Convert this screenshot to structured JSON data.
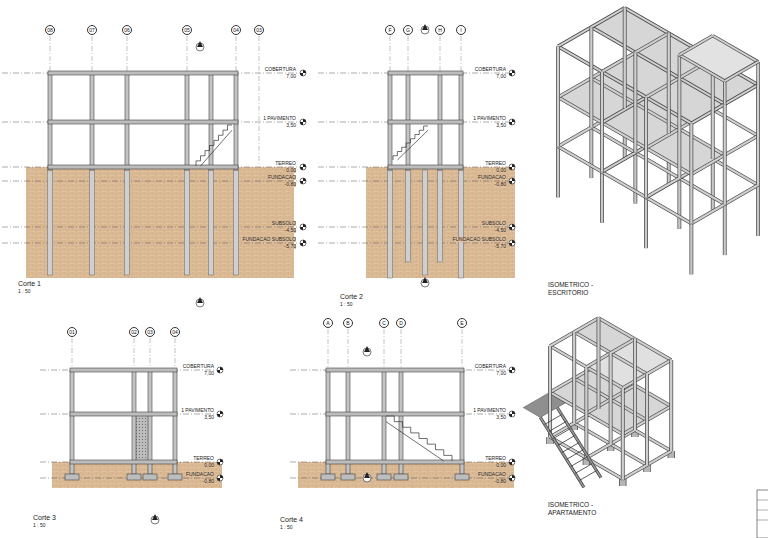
{
  "diagram": {
    "nodes": [
      {
        "text": [
          "08"
        ]
      },
      {
        "text": [
          "07"
        ]
      },
      {
        "text": [
          "06"
        ]
      },
      {
        "text": [
          "05"
        ]
      },
      {
        "text": [
          "04"
        ]
      },
      {
        "text": [
          "03"
        ]
      },
      {
        "text": [
          "F"
        ]
      },
      {
        "text": [
          "G"
        ]
      },
      {
        "text": [
          "H"
        ]
      },
      {
        "text": [
          "I"
        ]
      },
      {
        "text": [
          "01"
        ]
      },
      {
        "text": [
          "02"
        ]
      },
      {
        "text": [
          "03"
        ]
      },
      {
        "text": [
          "04"
        ]
      },
      {
        "text": [
          "A"
        ]
      },
      {
        "text": [
          "B"
        ]
      },
      {
        "text": [
          "C"
        ]
      },
      {
        "text": [
          "D"
        ]
      },
      {
        "text": [
          "E"
        ]
      }
    ],
    "labels": [
      "Corte 1",
      "1 : 50",
      "Corte 2",
      "1 : 50",
      "Corte 3",
      "1 : 50",
      "Corte 4",
      "1 : 50",
      "ISOMETRICO - ESCRITORIO",
      "ISOMETRICO - APARTAMENTO",
      "COBERTURA",
      "7,00",
      "1 PAVIMENTO",
      "3,50",
      "TERREO",
      "0,00",
      "FUNDACAO",
      "-0,80",
      "SUBSOLO",
      "-4,50",
      "FUNDACAO SUBSOLO",
      "-5,70",
      "COBERTURA",
      "7,00",
      "1 PAVIMENTO",
      "3,50",
      "TERREO",
      "0,00",
      "FUNDACAO",
      "-0,80",
      "SUBSOLO",
      "-4,50",
      "FUNDACAO SUBSOLO",
      "-5,70",
      "COBERTURA",
      "7,00",
      "1 PAVIMENTO",
      "3,50",
      "TERREO",
      "0,00",
      "FUNDACAO",
      "-0,80",
      "COBERTURA",
      "7,00",
      "1 PAVIMENTO",
      "3,50",
      "TERREO",
      "0,00",
      "FUNDACAO",
      "-0,80"
    ]
  }
}
